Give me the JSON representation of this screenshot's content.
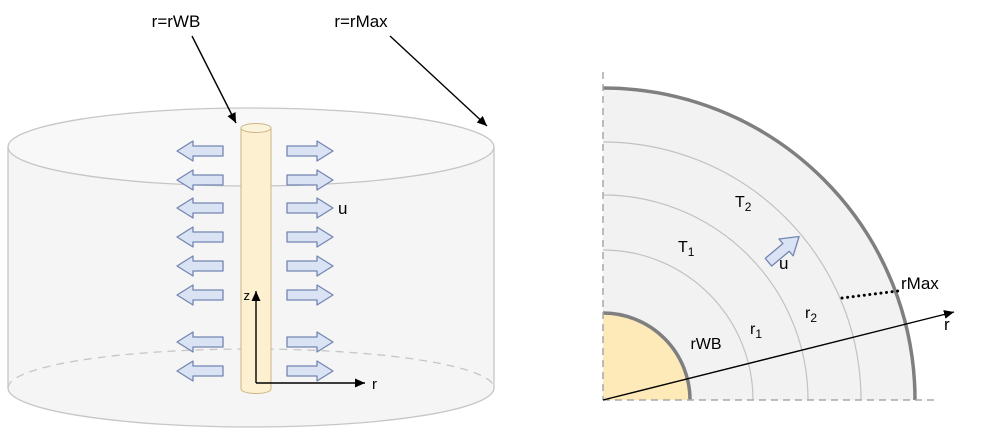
{
  "left_diagram": {
    "rwb_annotation": "r=rWB",
    "rmax_annotation": "r=rMax",
    "u_label": "u",
    "z_axis_label": "z",
    "r_axis_label": "r"
  },
  "right_diagram": {
    "t1": {
      "base": "T",
      "sub": "1"
    },
    "t2": {
      "base": "T",
      "sub": "2"
    },
    "r1": {
      "base": "r",
      "sub": "1"
    },
    "r2": {
      "base": "r",
      "sub": "2"
    },
    "rwb_label": "rWB",
    "rmax_label": "rMax",
    "u_label": "u",
    "r_axis_label": "r"
  },
  "colors": {
    "cylinder_fill": "#f5f5f5",
    "cylinder_stroke": "#c6c6c6",
    "rod_fill": "#fcf0d0",
    "rod_top_fill": "#fbf3dc",
    "rod_stroke": "#ccb583",
    "flow_arrow_fill": "#dae3f3",
    "flow_arrow_stroke": "#7386b2",
    "annulus_fill": "#f2f2f2",
    "wellbore_fill": "#fdeab8",
    "arc_thick": "#7f7f7f",
    "arc_thin": "#c2c2c2",
    "dashed_axis": "#a8a8a8",
    "ink": "#000000"
  }
}
